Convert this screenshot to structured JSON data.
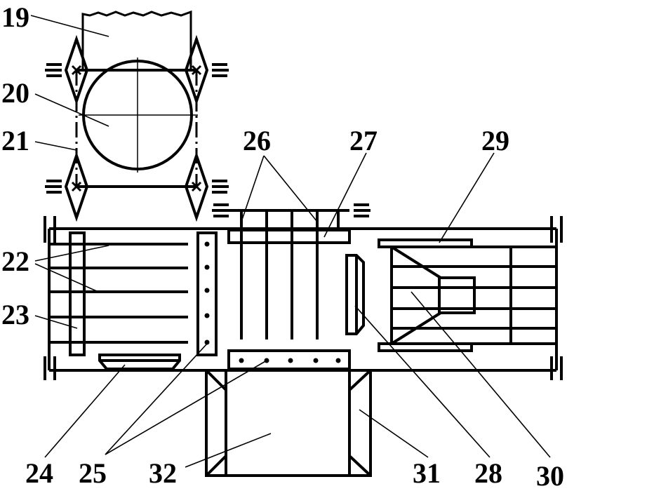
{
  "diagram": {
    "labels": {
      "l19": "19",
      "l20": "20",
      "l21": "21",
      "l22": "22",
      "l23": "23",
      "l24": "24",
      "l25": "25",
      "l26": "26",
      "l27": "27",
      "l28": "28",
      "l29": "29",
      "l30": "30",
      "l31": "31",
      "l32": "32"
    }
  }
}
